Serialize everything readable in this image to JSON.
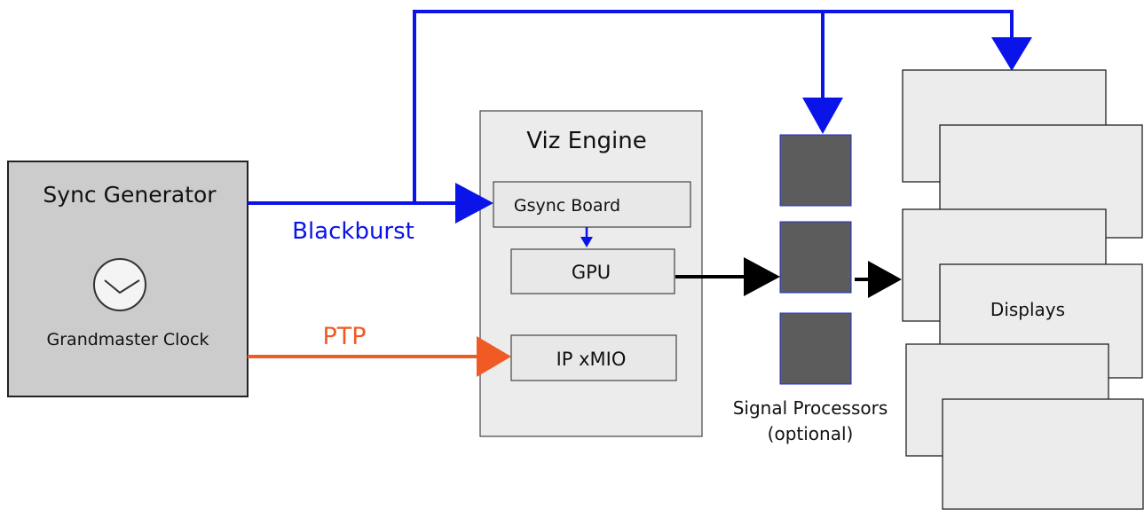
{
  "diagram": {
    "sync_generator": {
      "title": "Sync Generator",
      "clock_label": "Grandmaster Clock",
      "clock_icon": "clock-icon"
    },
    "viz_engine": {
      "title": "Viz Engine",
      "gsync_board": "Gsync Board",
      "gpu": "GPU",
      "ip_xmio": "IP xMIO"
    },
    "signals": {
      "blackburst": "Blackburst",
      "ptp": "PTP"
    },
    "signal_processors": {
      "label_line1": "Signal Processors",
      "label_line2": "(optional)"
    },
    "displays": {
      "label": "Displays"
    },
    "colors": {
      "blackburst": "#0a14e8",
      "ptp": "#f05a24",
      "box_fill": "#cccccc",
      "panel_fill": "#ececec",
      "processor_fill": "#5c5c5c",
      "processor_border": "#1a2fd0",
      "black": "#000000"
    }
  }
}
